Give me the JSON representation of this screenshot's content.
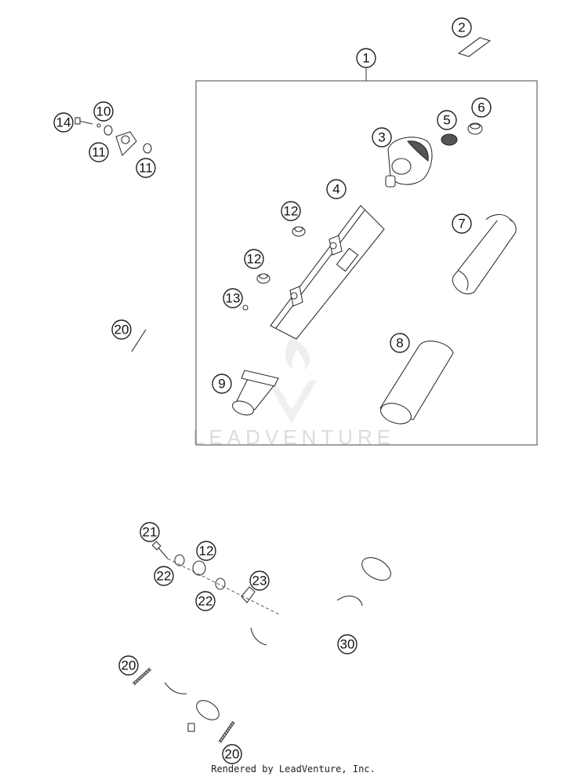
{
  "callouts": [
    {
      "id": "c1",
      "label": "1"
    },
    {
      "id": "c2",
      "label": "2"
    },
    {
      "id": "c3",
      "label": "3"
    },
    {
      "id": "c4",
      "label": "4"
    },
    {
      "id": "c5",
      "label": "5"
    },
    {
      "id": "c6",
      "label": "6"
    },
    {
      "id": "c7",
      "label": "7"
    },
    {
      "id": "c8",
      "label": "8"
    },
    {
      "id": "c9",
      "label": "9"
    },
    {
      "id": "c10",
      "label": "10"
    },
    {
      "id": "c11a",
      "label": "11"
    },
    {
      "id": "c11b",
      "label": "11"
    },
    {
      "id": "c12a",
      "label": "12"
    },
    {
      "id": "c12b",
      "label": "12"
    },
    {
      "id": "c13",
      "label": "13"
    },
    {
      "id": "c14",
      "label": "14"
    },
    {
      "id": "c20a",
      "label": "20"
    },
    {
      "id": "c21",
      "label": "21"
    },
    {
      "id": "c12c",
      "label": "12"
    },
    {
      "id": "c22a",
      "label": "22"
    },
    {
      "id": "c22b",
      "label": "22"
    },
    {
      "id": "c23",
      "label": "23"
    },
    {
      "id": "c30",
      "label": "30"
    },
    {
      "id": "c20b",
      "label": "20"
    },
    {
      "id": "c20c",
      "label": "20"
    }
  ],
  "watermark": "LEADVENTURE",
  "footer": "Rendered by LeadVenture, Inc."
}
